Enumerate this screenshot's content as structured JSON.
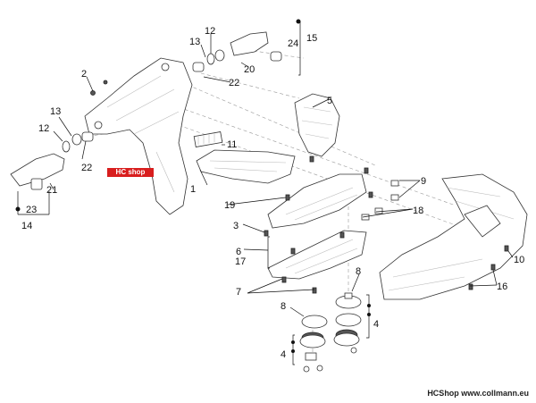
{
  "callouts": {
    "c1": "1",
    "c2": "2",
    "c3": "3",
    "c4a": "4",
    "c4b": "4",
    "c5": "5",
    "c6": "6",
    "c7": "7",
    "c8a": "8",
    "c8b": "8",
    "c9": "9",
    "c10": "10",
    "c11": "11",
    "c12a": "12",
    "c12b": "12",
    "c13a": "13",
    "c13b": "13",
    "c14": "14",
    "c15": "15",
    "c16": "16",
    "c17": "17",
    "c18": "18",
    "c19": "19",
    "c20": "20",
    "c21": "21",
    "c22a": "22",
    "c22b": "22",
    "c23": "23",
    "c24": "24"
  },
  "logo": {
    "text": "HC shop",
    "color": "#d81e1e"
  },
  "footer": {
    "credit": "HCShop www.collmann.eu"
  }
}
